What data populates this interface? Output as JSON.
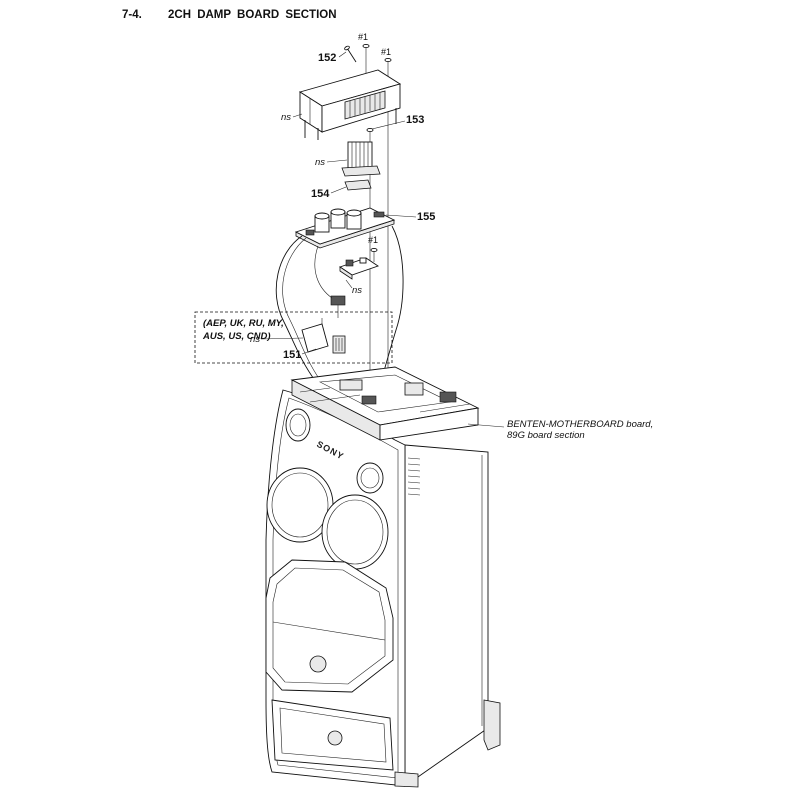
{
  "title": {
    "number": "7-4.",
    "text": "2CH DAMP BOARD SECTION"
  },
  "parts": {
    "p151": "151",
    "p152": "152",
    "p153": "153",
    "p154": "154",
    "p155": "155"
  },
  "screws": [
    "#1",
    "#1",
    "#1"
  ],
  "ns_labels": [
    "ns",
    "ns",
    "ns",
    "ns"
  ],
  "region_note": [
    "(AEP, UK, RU, MY,",
    "AUS, US, CND)"
  ],
  "motherboard_note": [
    "BENTEN-MOTHERBOARD board,",
    "89G board section"
  ],
  "brand": "SONY"
}
